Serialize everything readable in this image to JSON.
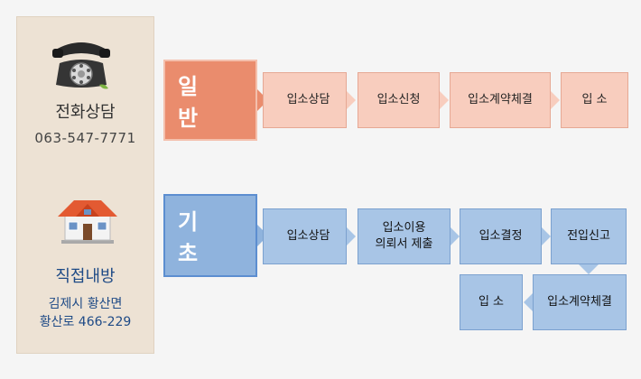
{
  "contact": {
    "phone_label": "전화상담",
    "phone_number": "063-547-7771",
    "visit_label": "직접내방",
    "address_line1": "김제시 황산면",
    "address_line2": "황산로 466-229"
  },
  "flows": {
    "general": {
      "label": "일 반",
      "steps": [
        "입소상담",
        "입소신청",
        "입소계약체결",
        "입 소"
      ]
    },
    "basic": {
      "label": "기 초",
      "steps": [
        "입소상담",
        "입소이용",
        "의뢰서 제출",
        "입소결정",
        "전입신고",
        "입소계약체결",
        "입 소"
      ]
    }
  },
  "colors": {
    "general_accent": "#ea8c6d",
    "general_step": "#f8cdbe",
    "basic_accent": "#8fb3dd",
    "basic_step": "#a8c5e6",
    "contact_panel": "#ede2d4",
    "address_text": "#1e4a86"
  },
  "icons": {
    "phone": "telephone-icon",
    "house": "house-icon"
  }
}
